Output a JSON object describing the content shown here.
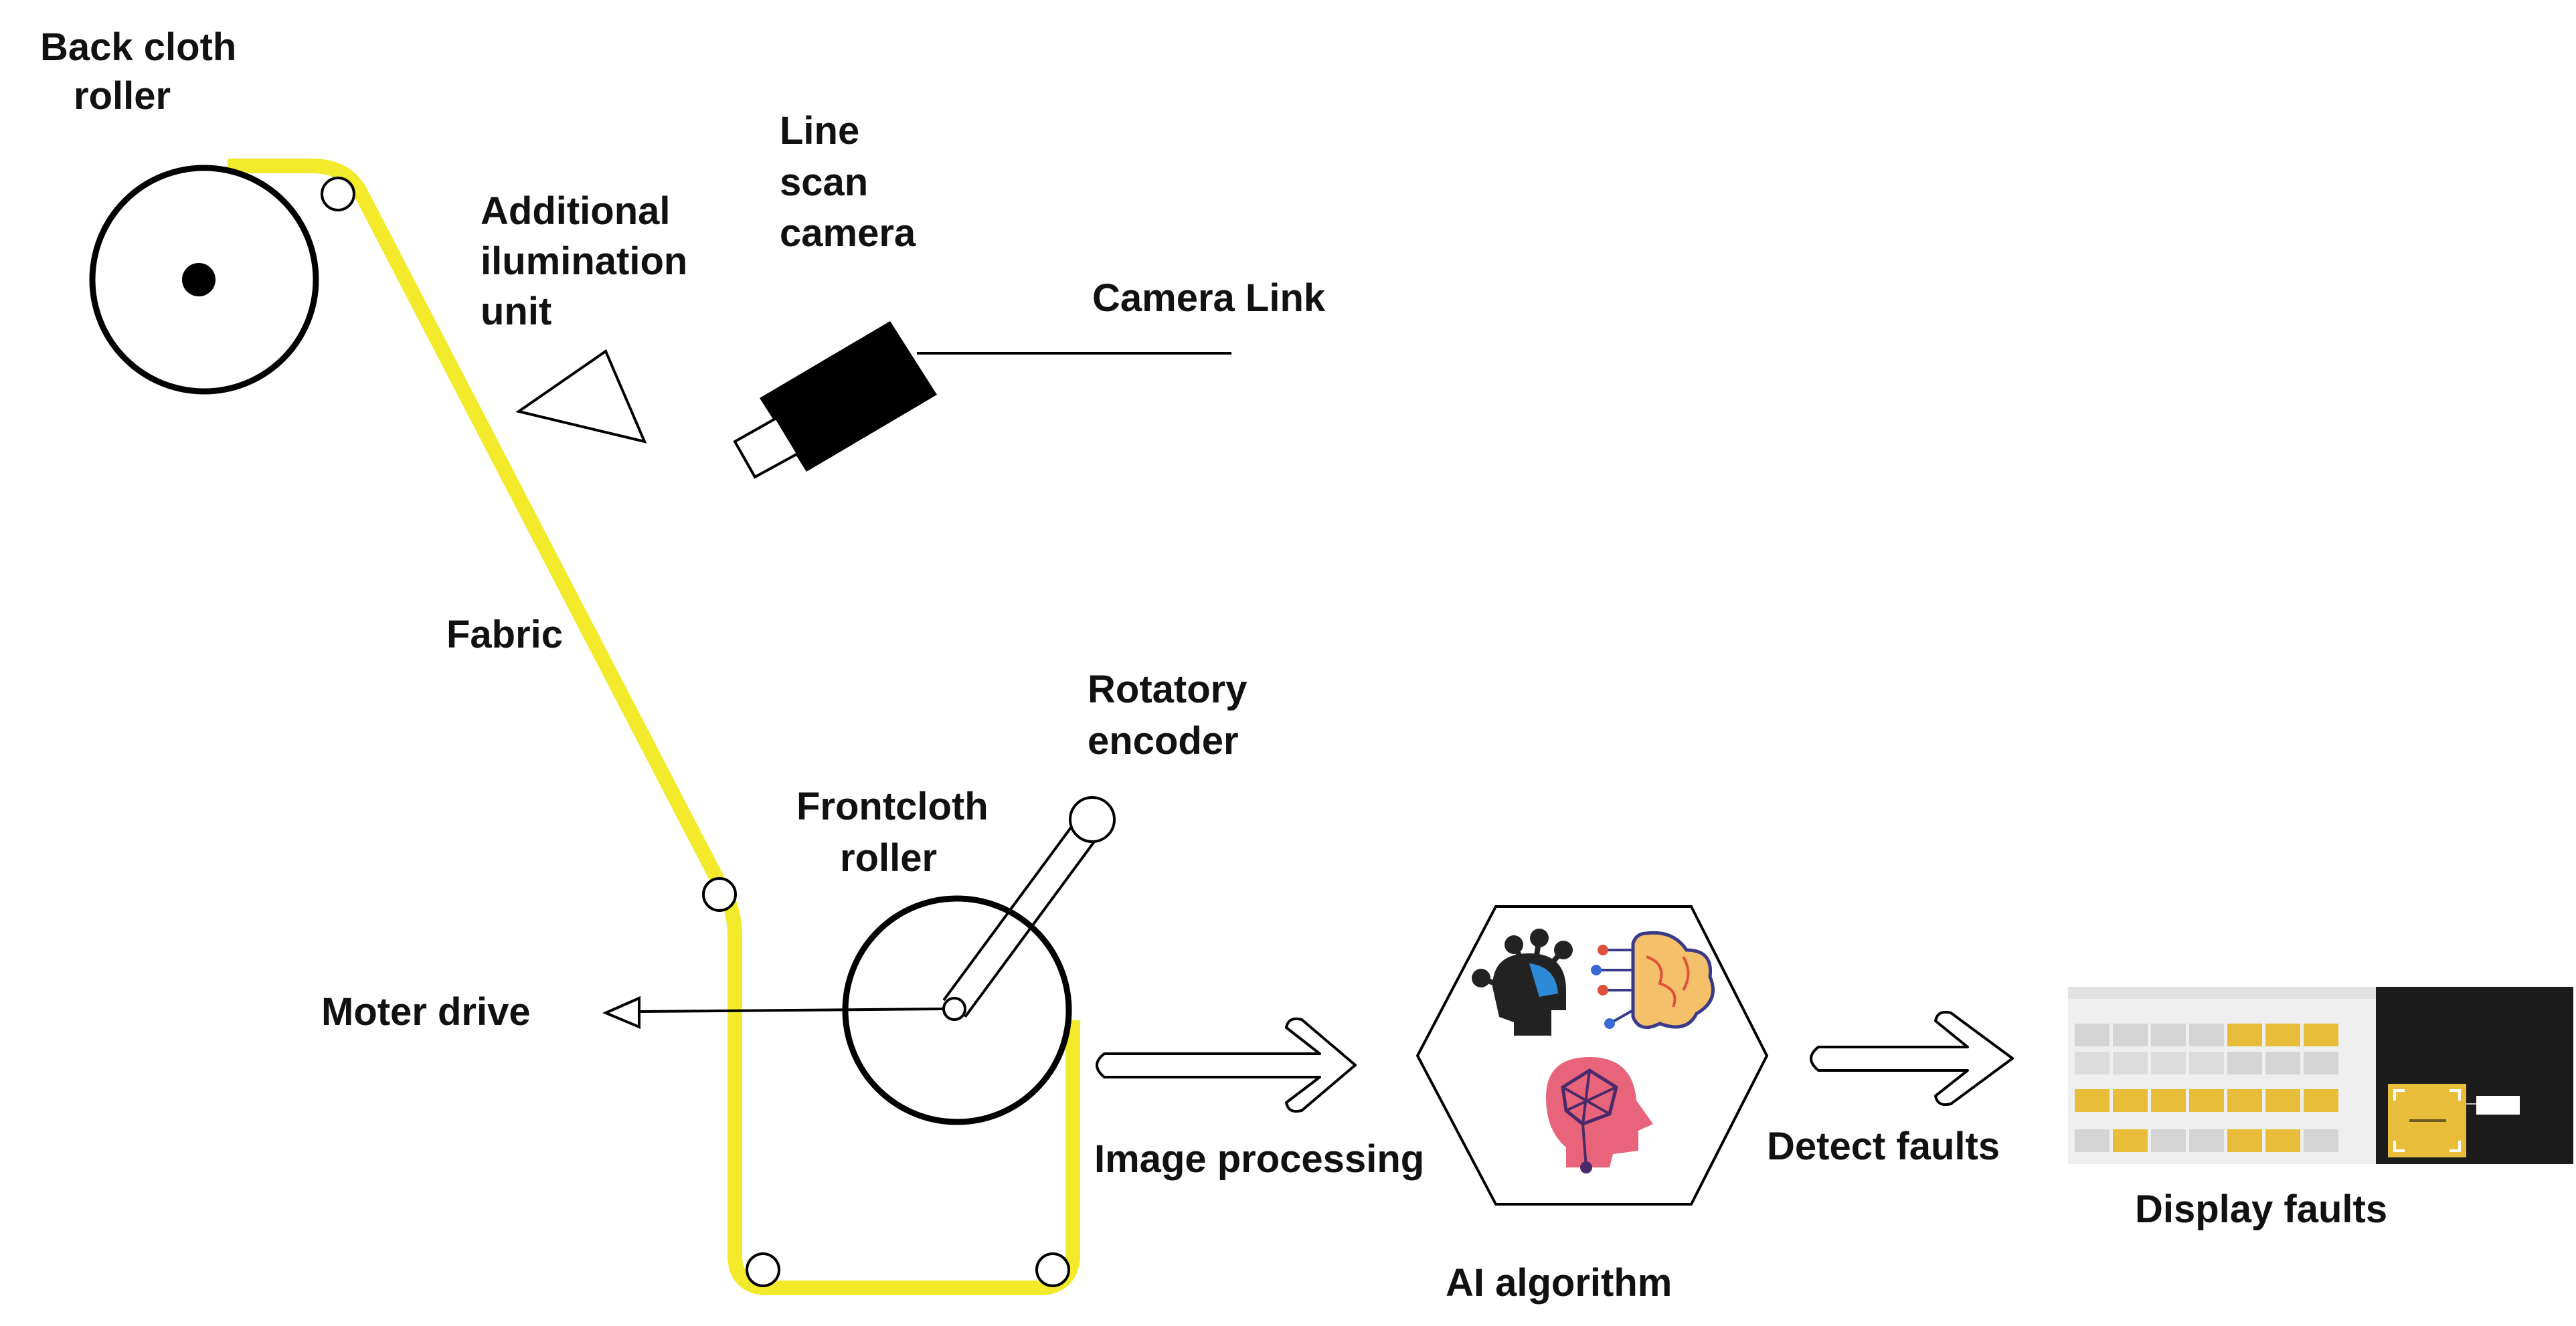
{
  "labels": {
    "back_roller": [
      "Back cloth",
      "roller"
    ],
    "illumination": [
      "Additional",
      "ilumination",
      "unit"
    ],
    "camera": [
      "Line",
      "scan",
      "camera"
    ],
    "camera_link": "Camera Link",
    "fabric": "Fabric",
    "encoder": [
      "Rotatory",
      "encoder"
    ],
    "front_roller": [
      "Frontcloth",
      "roller"
    ],
    "motor": "Moter drive",
    "image_processing": "Image processing",
    "ai_algorithm": "AI algorithm",
    "detect_faults": "Detect faults",
    "display_faults": "Display faults"
  },
  "colors": {
    "fabric": "#f2ea2a",
    "line": "#000000",
    "fault_yellow": "#e8bd3a",
    "panel_grey": "#d9d9d9",
    "screen_dark": "#1c1c1c"
  },
  "icons": [
    "ai-robot-head-icon",
    "neural-brain-icon",
    "network-head-icon"
  ]
}
